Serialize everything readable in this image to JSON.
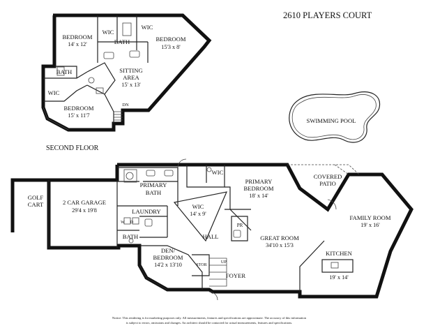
{
  "header": {
    "address": "2610 PLAYERS COURT"
  },
  "floors": {
    "second_floor_label": "SECOND FLOOR"
  },
  "rooms": {
    "second_floor": {
      "bedroom_nw": {
        "name": "BEDROOM",
        "dim": "14' x 12'"
      },
      "wic_top_left": {
        "name": "WIC"
      },
      "wic_top_right": {
        "name": "WIC"
      },
      "bath_top": {
        "name": "BATH"
      },
      "bedroom_ne": {
        "name": "BEDROOM",
        "dim": "15'3 x 8'"
      },
      "bath_left": {
        "name": "BATH"
      },
      "sitting_area": {
        "name": "SITTING\nAREA",
        "line1": "SITTING",
        "line2": "AREA",
        "dim": "15' x 13'"
      },
      "wic_left": {
        "name": "WIC"
      },
      "bedroom_sw": {
        "name": "BEDROOM",
        "dim": "15' x 11'7"
      },
      "stair_dn": {
        "name": "DN"
      }
    },
    "pool": {
      "name": "SWIMMING POOL"
    },
    "first_floor": {
      "wic_primary": {
        "name": "WIC"
      },
      "primary_bedroom": {
        "name": "PRIMARY BEDROOM",
        "line1": "PRIMARY",
        "line2": "BEDROOM",
        "dim": "18' x 14'"
      },
      "covered_patio": {
        "line1": "COVERED",
        "line2": "PATIO"
      },
      "golf_cart": {
        "line1": "GOLF",
        "line2": "CART"
      },
      "garage": {
        "name": "2 CAR GARAGE",
        "dim": "29'4 x 19'8"
      },
      "primary_bath": {
        "line1": "PRIMARY",
        "line2": "BATH"
      },
      "laundry": {
        "name": "LAUNDRY"
      },
      "wic_hall": {
        "name": "WIC",
        "dim": "14' x 9'"
      },
      "family_room": {
        "name": "FAMILY ROOM",
        "dim": "19' x 16'"
      },
      "washer": {
        "name": "W"
      },
      "dryer": {
        "name": "D"
      },
      "pr": {
        "name": "PR"
      },
      "hall": {
        "name": "HALL"
      },
      "great_room": {
        "name": "GREAT ROOM",
        "dim": "34'10 x 15'3"
      },
      "bath": {
        "name": "BATH"
      },
      "den": {
        "line1": "DEN/",
        "line2": "BEDROOM",
        "dim": "14'2 x 13'10"
      },
      "kitchen": {
        "name": "KITCHEN",
        "dim": "19' x 14'"
      },
      "stor": {
        "name": "STOR"
      },
      "up": {
        "name": "UP"
      },
      "foyer": {
        "name": "FOYER"
      }
    }
  },
  "notice": {
    "line1": "Notice: This rendering is for marketing purposes only. All measurements, features and specifications are approximate. The accuracy of this information",
    "line2": "is subject to errors, omissions and changes. An architect should be contacted for actual measurements, features and specifications."
  }
}
